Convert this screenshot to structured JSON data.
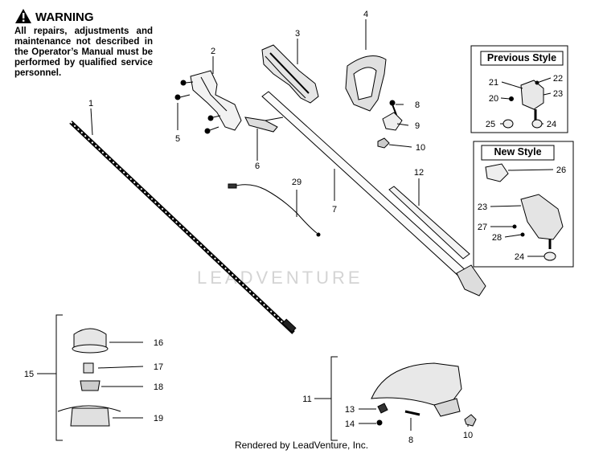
{
  "warning": {
    "title": "WARNING",
    "text": "All repairs, adjustments and maintenance not described in the Operator’s Manual must be performed by qualified service personnel."
  },
  "boxes": {
    "previous_style": "Previous Style",
    "new_style": "New Style"
  },
  "watermark": "LEADVENTURE",
  "footer": "Rendered by LeadVenture, Inc.",
  "callouts": {
    "c1": "1",
    "c2": "2",
    "c3": "3",
    "c4": "4",
    "c5": "5",
    "c6": "6",
    "c7": "7",
    "c8": "8",
    "c9": "9",
    "c10": "10",
    "c12": "12",
    "c29": "29",
    "c21": "21",
    "c22": "22",
    "c20": "20",
    "c23": "23",
    "c25": "25",
    "c24": "24",
    "c26": "26",
    "c23b": "23",
    "c27": "27",
    "c28": "28",
    "c24b": "24",
    "c15": "15",
    "c16": "16",
    "c17": "17",
    "c18": "18",
    "c19": "19",
    "c11": "11",
    "c13": "13",
    "c14": "14",
    "c8b": "8",
    "c10b": "10"
  }
}
